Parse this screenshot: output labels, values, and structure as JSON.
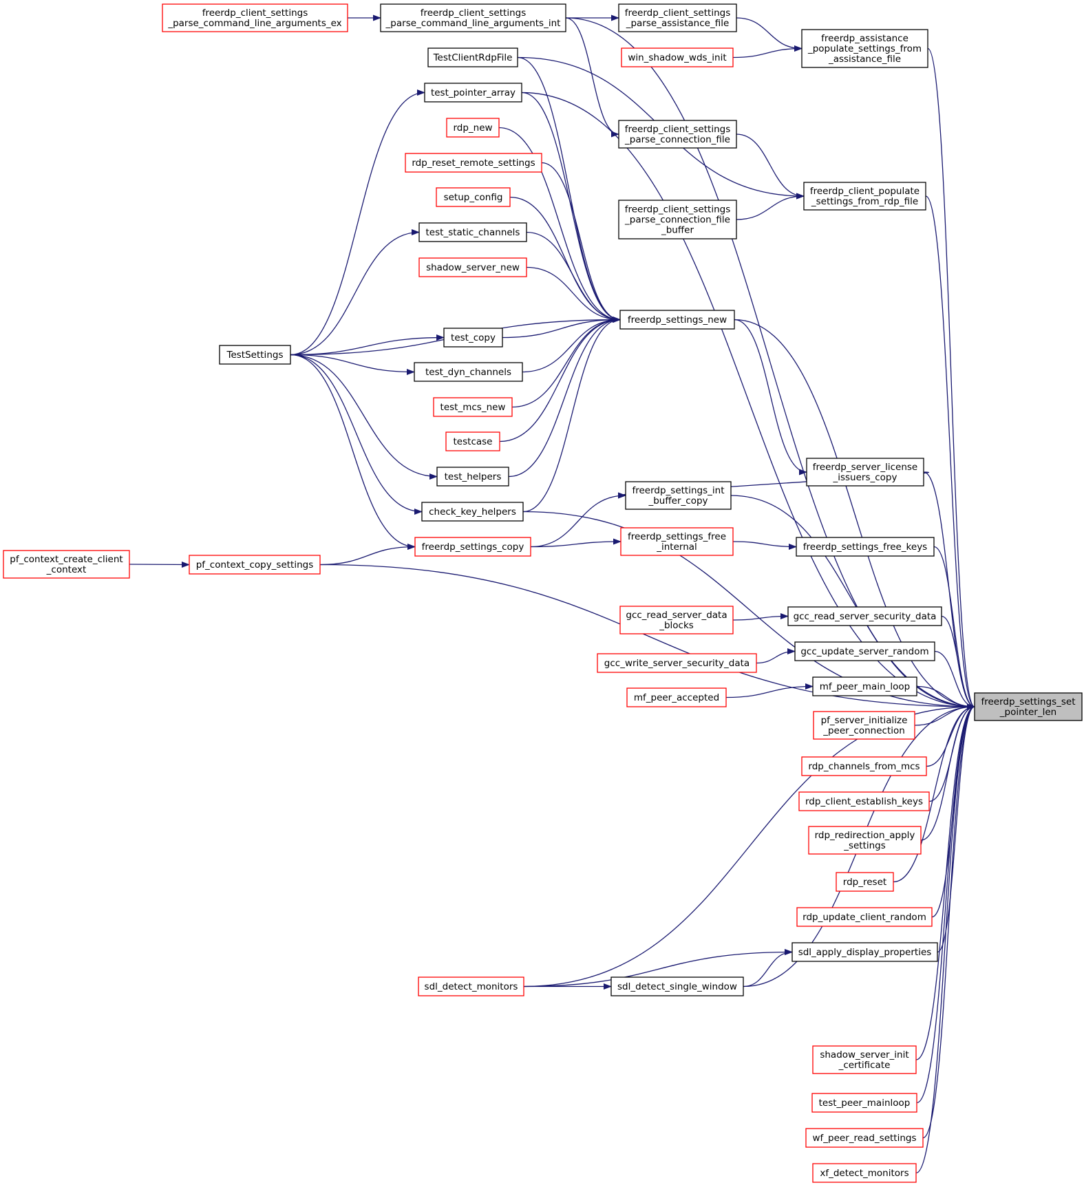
{
  "colors": {
    "edge": "#191970",
    "border_default": "#000000",
    "border_truncated": "#ff0000",
    "root_fill": "#bfbfbf",
    "node_fill": "#ffffff"
  },
  "root_id": "root",
  "nodes": [
    {
      "id": "root",
      "lines": [
        "freerdp_settings_set",
        "_pointer_len"
      ],
      "style": "root"
    },
    {
      "id": "cla_ex",
      "lines": [
        "freerdp_client_settings",
        "_parse_command_line_arguments_ex"
      ],
      "style": "truncated"
    },
    {
      "id": "cla_int",
      "lines": [
        "freerdp_client_settings",
        "_parse_command_line_arguments_int"
      ],
      "style": "default"
    },
    {
      "id": "pass_file",
      "lines": [
        "freerdp_client_settings",
        "_parse_assistance_file"
      ],
      "style": "default"
    },
    {
      "id": "win_shadow",
      "lines": [
        "win_shadow_wds_init"
      ],
      "style": "truncated"
    },
    {
      "id": "assist_pop",
      "lines": [
        "freerdp_assistance",
        "_populate_settings_from",
        "_assistance_file"
      ],
      "style": "default"
    },
    {
      "id": "tcrdp",
      "lines": [
        "TestClientRdpFile"
      ],
      "style": "default"
    },
    {
      "id": "tpa",
      "lines": [
        "test_pointer_array"
      ],
      "style": "default"
    },
    {
      "id": "rdp_new",
      "lines": [
        "rdp_new"
      ],
      "style": "truncated"
    },
    {
      "id": "rrrs",
      "lines": [
        "rdp_reset_remote_settings"
      ],
      "style": "truncated"
    },
    {
      "id": "setup_config",
      "lines": [
        "setup_config"
      ],
      "style": "truncated"
    },
    {
      "id": "tsc",
      "lines": [
        "test_static_channels"
      ],
      "style": "default"
    },
    {
      "id": "ssn",
      "lines": [
        "shadow_server_new"
      ],
      "style": "truncated"
    },
    {
      "id": "pconn",
      "lines": [
        "freerdp_client_settings",
        "_parse_connection_file"
      ],
      "style": "default"
    },
    {
      "id": "pconnbuf",
      "lines": [
        "freerdp_client_settings",
        "_parse_connection_file",
        "_buffer"
      ],
      "style": "default"
    },
    {
      "id": "pop_rdp",
      "lines": [
        "freerdp_client_populate",
        "_settings_from_rdp_file"
      ],
      "style": "default"
    },
    {
      "id": "fsn",
      "lines": [
        "freerdp_settings_new"
      ],
      "style": "default"
    },
    {
      "id": "ts",
      "lines": [
        "TestSettings"
      ],
      "style": "default"
    },
    {
      "id": "tcopy",
      "lines": [
        "test_copy"
      ],
      "style": "default"
    },
    {
      "id": "tdyn",
      "lines": [
        "test_dyn_channels"
      ],
      "style": "default"
    },
    {
      "id": "tmcs",
      "lines": [
        "test_mcs_new"
      ],
      "style": "truncated"
    },
    {
      "id": "testcase",
      "lines": [
        "testcase"
      ],
      "style": "truncated"
    },
    {
      "id": "thelp",
      "lines": [
        "test_helpers"
      ],
      "style": "default"
    },
    {
      "id": "ckh",
      "lines": [
        "check_key_helpers"
      ],
      "style": "default"
    },
    {
      "id": "fsibc",
      "lines": [
        "freerdp_settings_int",
        "_buffer_copy"
      ],
      "style": "default"
    },
    {
      "id": "fslic",
      "lines": [
        "freerdp_server_license",
        "_issuers_copy"
      ],
      "style": "default"
    },
    {
      "id": "fscopy",
      "lines": [
        "freerdp_settings_copy"
      ],
      "style": "truncated"
    },
    {
      "id": "fsfi",
      "lines": [
        "freerdp_settings_free",
        "_internal"
      ],
      "style": "truncated"
    },
    {
      "id": "fsfk",
      "lines": [
        "freerdp_settings_free_keys"
      ],
      "style": "default"
    },
    {
      "id": "pfcc",
      "lines": [
        "pf_context_create_client",
        "_context"
      ],
      "style": "truncated"
    },
    {
      "id": "pfcs",
      "lines": [
        "pf_context_copy_settings"
      ],
      "style": "truncated"
    },
    {
      "id": "gccrsdb",
      "lines": [
        "gcc_read_server_data",
        "_blocks"
      ],
      "style": "truncated"
    },
    {
      "id": "gccrssd",
      "lines": [
        "gcc_read_server_security_data"
      ],
      "style": "default"
    },
    {
      "id": "gccwssd",
      "lines": [
        "gcc_write_server_security_data"
      ],
      "style": "truncated"
    },
    {
      "id": "gccusr",
      "lines": [
        "gcc_update_server_random"
      ],
      "style": "default"
    },
    {
      "id": "mfpa",
      "lines": [
        "mf_peer_accepted"
      ],
      "style": "truncated"
    },
    {
      "id": "mfpml",
      "lines": [
        "mf_peer_main_loop"
      ],
      "style": "default"
    },
    {
      "id": "pfsipc",
      "lines": [
        "pf_server_initialize",
        "_peer_connection"
      ],
      "style": "truncated"
    },
    {
      "id": "rcfm",
      "lines": [
        "rdp_channels_from_mcs"
      ],
      "style": "truncated"
    },
    {
      "id": "rcek",
      "lines": [
        "rdp_client_establish_keys"
      ],
      "style": "truncated"
    },
    {
      "id": "rras",
      "lines": [
        "rdp_redirection_apply",
        "_settings"
      ],
      "style": "truncated"
    },
    {
      "id": "rreset",
      "lines": [
        "rdp_reset"
      ],
      "style": "truncated"
    },
    {
      "id": "rucr",
      "lines": [
        "rdp_update_client_random"
      ],
      "style": "truncated"
    },
    {
      "id": "sadp",
      "lines": [
        "sdl_apply_display_properties"
      ],
      "style": "default"
    },
    {
      "id": "sdm",
      "lines": [
        "sdl_detect_monitors"
      ],
      "style": "truncated"
    },
    {
      "id": "sdsw",
      "lines": [
        "sdl_detect_single_window"
      ],
      "style": "default"
    },
    {
      "id": "ssic",
      "lines": [
        "shadow_server_init",
        "_certificate"
      ],
      "style": "truncated"
    },
    {
      "id": "tpm",
      "lines": [
        "test_peer_mainloop"
      ],
      "style": "truncated"
    },
    {
      "id": "wfprs",
      "lines": [
        "wf_peer_read_settings"
      ],
      "style": "truncated"
    },
    {
      "id": "xfdm",
      "lines": [
        "xf_detect_monitors"
      ],
      "style": "truncated"
    }
  ],
  "edges": [
    [
      "cla_ex",
      "cla_int"
    ],
    [
      "cla_int",
      "pass_file"
    ],
    [
      "cla_int",
      "pconn"
    ],
    [
      "cla_int",
      "root"
    ],
    [
      "pass_file",
      "assist_pop"
    ],
    [
      "win_shadow",
      "assist_pop"
    ],
    [
      "assist_pop",
      "root"
    ],
    [
      "tcrdp",
      "pop_rdp"
    ],
    [
      "tcrdp",
      "fsn"
    ],
    [
      "tpa",
      "fsn"
    ],
    [
      "rdp_new",
      "fsn"
    ],
    [
      "rrrs",
      "fsn"
    ],
    [
      "setup_config",
      "fsn"
    ],
    [
      "tsc",
      "fsn"
    ],
    [
      "ssn",
      "fsn"
    ],
    [
      "ts",
      "tpa"
    ],
    [
      "ts",
      "tsc"
    ],
    [
      "ts",
      "fsn"
    ],
    [
      "ts",
      "tcopy"
    ],
    [
      "ts",
      "tdyn"
    ],
    [
      "ts",
      "thelp"
    ],
    [
      "ts",
      "ckh"
    ],
    [
      "ts",
      "fscopy"
    ],
    [
      "tcopy",
      "fsn"
    ],
    [
      "tdyn",
      "fsn"
    ],
    [
      "tmcs",
      "fsn"
    ],
    [
      "testcase",
      "fsn"
    ],
    [
      "thelp",
      "fsn"
    ],
    [
      "ckh",
      "fsn"
    ],
    [
      "ckh",
      "root"
    ],
    [
      "tpa",
      "root"
    ],
    [
      "pconn",
      "pop_rdp"
    ],
    [
      "pconnbuf",
      "pop_rdp"
    ],
    [
      "pop_rdp",
      "root"
    ],
    [
      "fsn",
      "fslic"
    ],
    [
      "fsn",
      "root"
    ],
    [
      "fslic",
      "fsibc"
    ],
    [
      "fslic",
      "root"
    ],
    [
      "fsibc",
      "root"
    ],
    [
      "fscopy",
      "fsibc"
    ],
    [
      "fscopy",
      "fsfi"
    ],
    [
      "fsfi",
      "fsfk"
    ],
    [
      "fsfk",
      "root"
    ],
    [
      "pfcc",
      "pfcs"
    ],
    [
      "pfcs",
      "fscopy"
    ],
    [
      "pfcs",
      "root"
    ],
    [
      "gccrsdb",
      "gccrssd"
    ],
    [
      "gccrssd",
      "root"
    ],
    [
      "gccwssd",
      "gccusr"
    ],
    [
      "gccusr",
      "root"
    ],
    [
      "mfpa",
      "mfpml"
    ],
    [
      "mfpml",
      "root"
    ],
    [
      "pfsipc",
      "root"
    ],
    [
      "rcfm",
      "root"
    ],
    [
      "rcek",
      "root"
    ],
    [
      "rras",
      "root"
    ],
    [
      "rreset",
      "root"
    ],
    [
      "rucr",
      "root"
    ],
    [
      "sadp",
      "root"
    ],
    [
      "sdm",
      "sadp"
    ],
    [
      "sdm",
      "sdsw"
    ],
    [
      "sdm",
      "root"
    ],
    [
      "sdsw",
      "sadp"
    ],
    [
      "sdsw",
      "root"
    ],
    [
      "ssic",
      "root"
    ],
    [
      "tpm",
      "root"
    ],
    [
      "wfprs",
      "root"
    ],
    [
      "xfdm",
      "root"
    ]
  ]
}
